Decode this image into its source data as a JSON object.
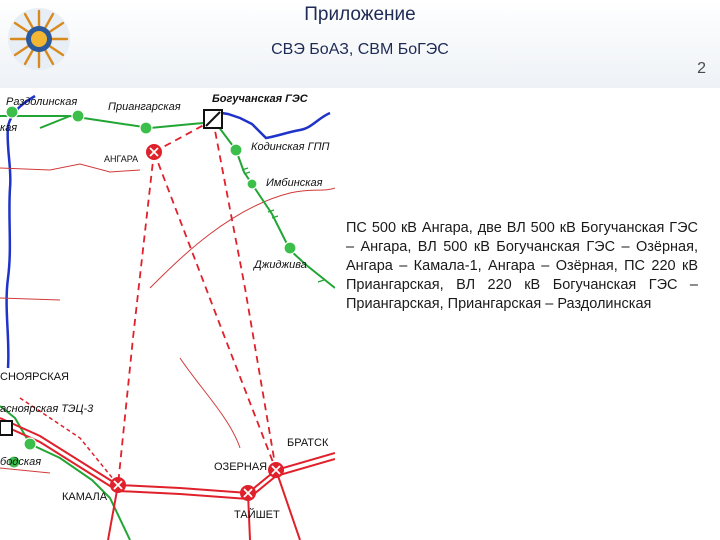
{
  "header": {
    "title": "Приложение",
    "subtitle": "СВЭ БоАЗ, СВМ БоГЭС",
    "page_number": "2"
  },
  "logo": {
    "icon": "sun-emblem-icon"
  },
  "map": {
    "labels": {
      "razdolinskaya": "Раздолинская",
      "kaya": "кая",
      "priangarskaya": "Приангарская",
      "boguchanskaya_ges": "Богучанская ГЭС",
      "angara": "АНГАРА",
      "kodinskaya": "Кодинская ГПП",
      "imbinskaya": "Имбинская",
      "dzhizhiva": "Джиджива",
      "krasnoyarskaya": "СНОЯРСКАЯ",
      "krasnoyarskaya_tec3": "асноярская ТЭЦ-3",
      "bodskaya": "бодская",
      "ozernaya": "ОЗЕРНАЯ",
      "kamala": "КАМАЛА",
      "taishet": "ТАЙШЕТ",
      "bratskaya": "БРАТСК"
    },
    "colors": {
      "line_500kv": "#e0202a",
      "line_220kv": "#22a534",
      "river": "#1f33c8",
      "substation_green": "#3bbf4a"
    }
  },
  "description": "ПС 500 кВ Ангара, две ВЛ 500 кВ Богучанская ГЭС – Ангара, ВЛ 500 кВ Богучанская ГЭС – Озёрная, Ангара – Камала-1, Ангара – Озёрная, ПС 220 кВ Приангарская, ВЛ 220 кВ Богучанская ГЭС – Приангарская, Приангарская – Раздолинская"
}
